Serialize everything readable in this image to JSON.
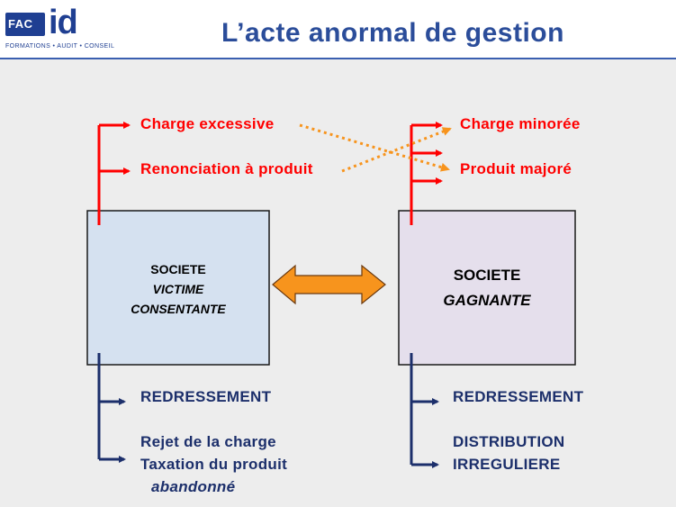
{
  "logo": {
    "fac": "FAC",
    "id": "id",
    "tagline": "FORMATIONS  •  AUDIT  •  CONSEIL"
  },
  "title": "L’acte anormal de gestion",
  "left_box": {
    "line1": "SOCIETE",
    "line2": "VICTIME",
    "line3": "CONSENTANTE"
  },
  "right_box": {
    "line1": "SOCIETE",
    "line2": "GAGNANTE"
  },
  "left_top": {
    "item1": "Charge excessive",
    "item2": "Renonciation à produit"
  },
  "right_top": {
    "item1": "Charge minorée",
    "item2": "Produit majoré"
  },
  "left_bottom": {
    "item1": "REDRESSEMENT",
    "item2": "Rejet de la charge",
    "item3": "Taxation du produit",
    "item4": "abandonné"
  },
  "right_bottom": {
    "item1": "REDRESSEMENT",
    "item2": "DISTRIBUTION",
    "item3": "IRREGULIERE"
  },
  "colors": {
    "red": "#ff0000",
    "navy": "#1c2f6b",
    "orange": "#f7941d",
    "left_box_fill": "#d5e1f0",
    "right_box_fill": "#e5dfec"
  }
}
